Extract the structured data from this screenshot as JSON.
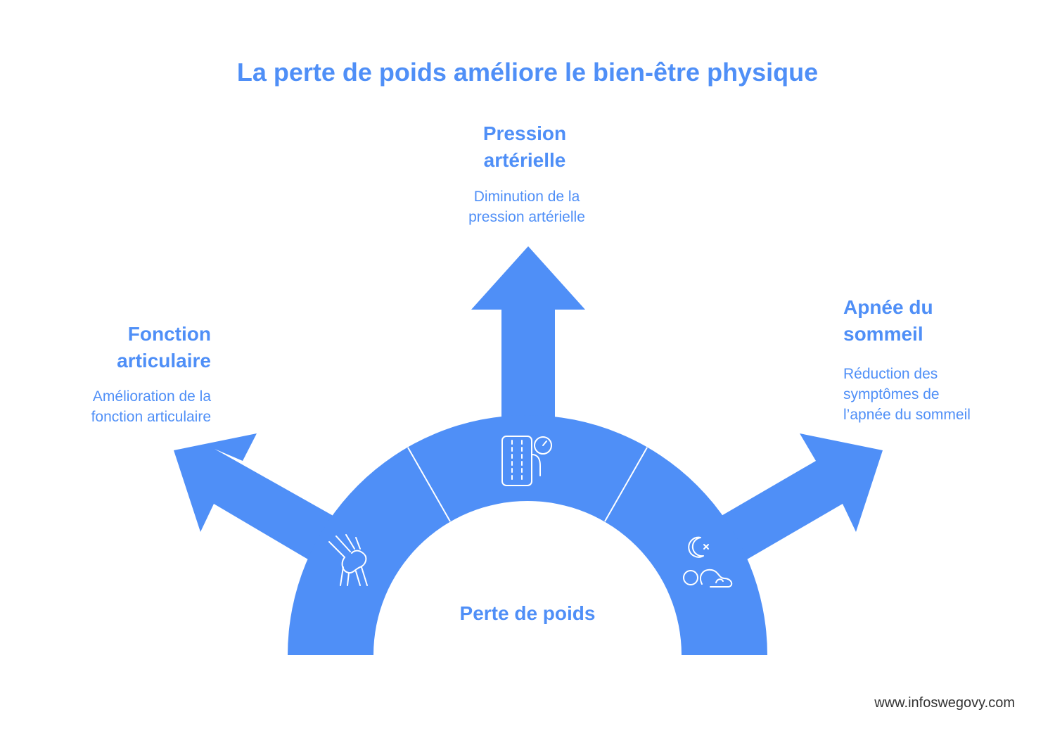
{
  "title": "La perte de poids améliore le bien-être physique",
  "center_label": "Perte de poids",
  "items": [
    {
      "title_line1": "Fonction",
      "title_line2": "articulaire",
      "desc_line1": "Amélioration de la",
      "desc_line2": "fonction articulaire",
      "icon": "knee-joint-icon"
    },
    {
      "title_line1": "Pression",
      "title_line2": "artérielle",
      "desc_line1": "Diminution de la",
      "desc_line2": "pression artérielle",
      "icon": "blood-pressure-cuff-icon"
    },
    {
      "title_line1": "Apnée du",
      "title_line2": "sommeil",
      "desc_line1": "Réduction des",
      "desc_line2": "symptômes de",
      "desc_line3": "l’apnée du sommeil",
      "icon": "sleep-apnea-icon"
    }
  ],
  "footer": "www.infoswegovy.com",
  "colors": {
    "accent": "#4f8ff7",
    "background": "#ffffff"
  }
}
